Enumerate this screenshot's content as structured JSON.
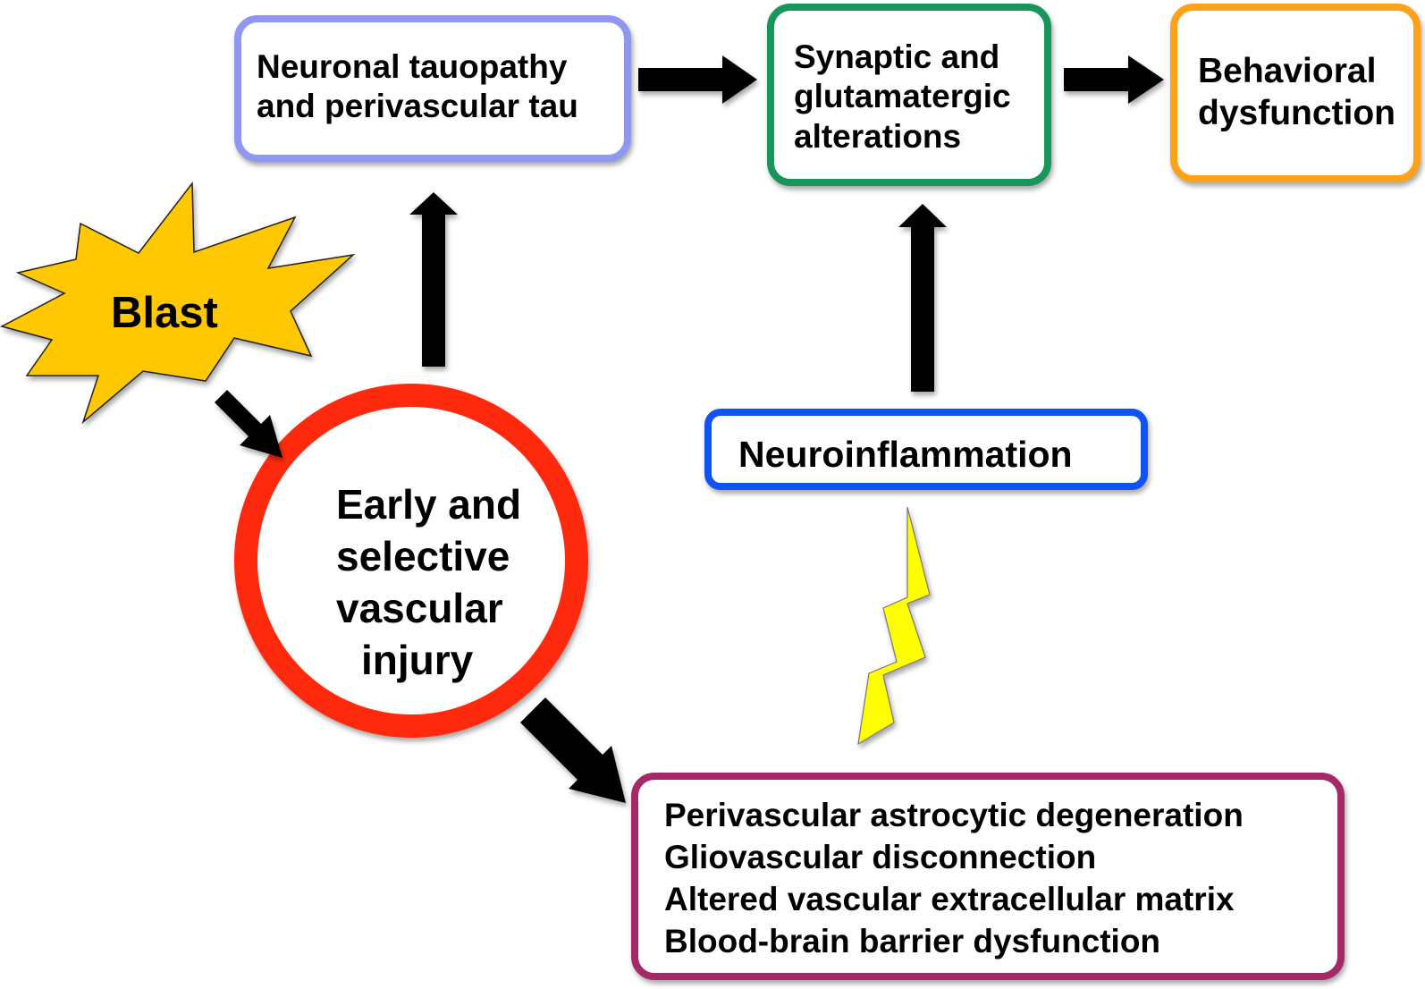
{
  "nodes": {
    "tau": {
      "lines": [
        "Neuronal tauopathy",
        "and perivascular tau"
      ],
      "color": "#8E98F0"
    },
    "synaptic": {
      "lines": [
        "Synaptic and",
        "glutamatergic",
        "alterations"
      ],
      "color": "#18955A"
    },
    "behavioral": {
      "lines": [
        "Behavioral",
        "dysfunction"
      ],
      "color": "#FFA21B"
    },
    "blast": {
      "label": "Blast",
      "color": "#FFC800"
    },
    "vascular": {
      "lines": [
        "Early and",
        "selective",
        "vascular",
        "injury"
      ],
      "color": "#FF2A0A"
    },
    "neuroinflammation": {
      "label": "Neuroinflammation",
      "color": "#0F54F2"
    },
    "perivascular": {
      "lines": [
        "Perivascular astrocytic degeneration",
        "Gliovascular disconnection",
        "Altered vascular extracellular matrix",
        "Blood-brain barrier dysfunction"
      ],
      "color": "#A32A66"
    },
    "lightning": {
      "color": "#FFFF00"
    }
  }
}
